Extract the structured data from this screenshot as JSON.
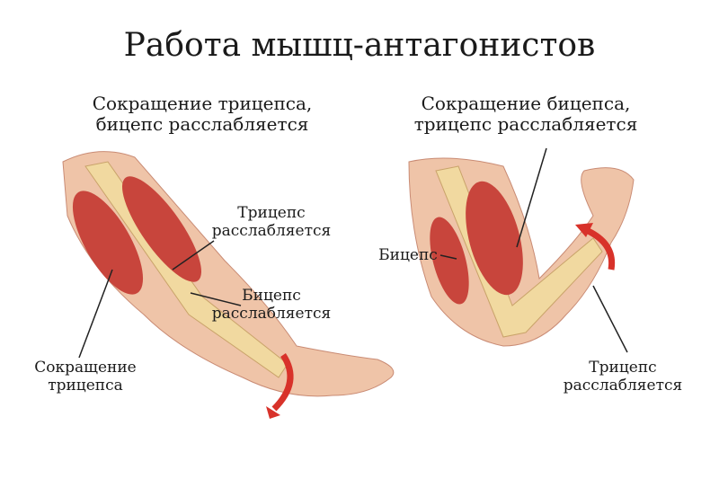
{
  "title": "Работа мышц-антагонистов",
  "left_panel": {
    "heading_line1": "Сокращение трицепса,",
    "heading_line2": "бицепс расслабляется",
    "label_triceps_relaxed_1": "Трицепс",
    "label_triceps_relaxed_2": "расслабляется",
    "label_biceps_relaxed_1": "Бицепс",
    "label_biceps_relaxed_2": "расслабляется",
    "label_triceps_contract_1": "Сокращение",
    "label_triceps_contract_2": "трицепса"
  },
  "right_panel": {
    "heading_line1": "Сокращение бицепса,",
    "heading_line2": "трицепс расслабляется",
    "label_biceps": "Бицепс",
    "label_triceps_relaxed_1": "Трицепс",
    "label_triceps_relaxed_2": "расслабляется"
  },
  "colors": {
    "skin": "#efc4a8",
    "muscle": "#c8453c",
    "bone": "#f1d9a0",
    "arrow": "#d8322a"
  }
}
